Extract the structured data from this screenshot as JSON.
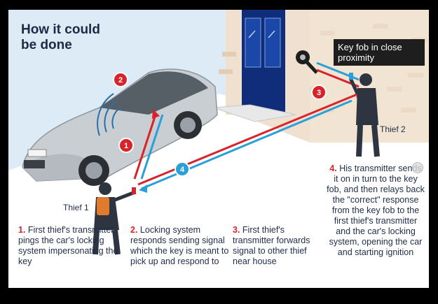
{
  "title": "How it could\nbe done",
  "callout": "Key fob in close proximity",
  "thief1": "Thief 1",
  "thief2": "Thief 2",
  "markers": [
    "1",
    "2",
    "3",
    "4"
  ],
  "steps": [
    {
      "num": "1.",
      "text": "First thief's transmitter pings the car's locking system impersonating the key"
    },
    {
      "num": "2.",
      "text": "Locking system responds sending signal which the key is meant to pick up and respond to"
    },
    {
      "num": "3.",
      "text": "First thief's transmitter forwards signal to other thief near house"
    },
    {
      "num": "4.",
      "text": "His transmitter sends it on in turn to the key fob, and then relays back the \"correct\" response from the key fob to the first thief's transmitter and the car's locking system, opening the car and starting ignition"
    }
  ],
  "colors": {
    "red": "#d8232a",
    "blue": "#2aa0d8",
    "navy": "#1d2a44",
    "wall": "#efe0cf",
    "door": "#0f2d7a",
    "sky": "#dcebf6"
  }
}
